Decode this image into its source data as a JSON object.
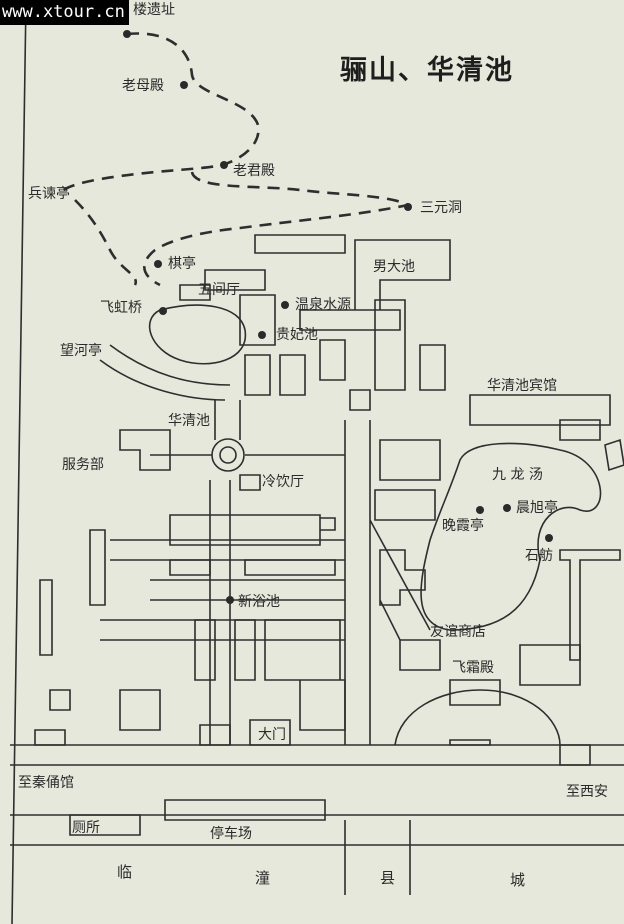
{
  "watermark": "www.xtour.cn",
  "title": "骊山、华清池",
  "colors": {
    "paper": "#e6e8dc",
    "ink": "#2b2b2b"
  },
  "labels": {
    "ruins": "楼遗址",
    "laomudian": "老母殿",
    "laojundian": "老君殿",
    "bingjianting": "兵谏亭",
    "sanyuandong": "三元洞",
    "qiting": "棋亭",
    "feihongqiao": "飞虹桥",
    "wujianting": "五间厅",
    "wenquanshuiyuan": "温泉水源",
    "nandachi": "男大池",
    "guifeichi": "贵妃池",
    "wangheting": "望河亭",
    "huaqingchi": "华清池",
    "fuwubu": "服务部",
    "lengyinting": "冷饮厅",
    "huaqingchibinguan": "华清池宾馆",
    "jiulongtang": "九 龙 汤",
    "wanxiating": "晚霞亭",
    "chenxuting": "晨旭亭",
    "shifang": "石舫",
    "xinyuchi": "新浴池",
    "youyishangdian": "友谊商店",
    "feishuangdian": "飞霜殿",
    "damen": "大门",
    "zhiqinyongguan": "至秦俑馆",
    "zhixian": "至西安",
    "cesuo": "厕所",
    "tingchechang": "停车场",
    "county": [
      "临",
      "潼",
      "县",
      "城"
    ]
  }
}
